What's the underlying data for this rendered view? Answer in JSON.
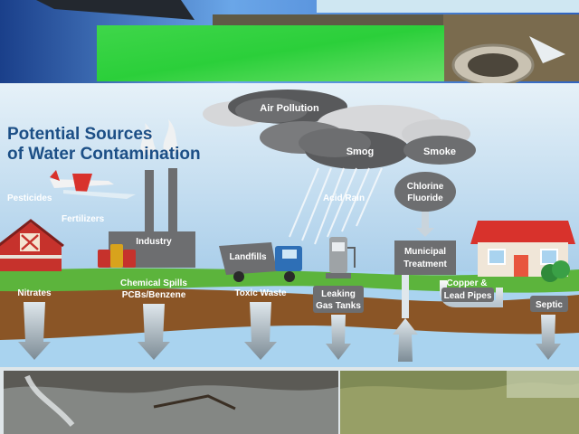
{
  "title": {
    "line1": "Potential Sources",
    "line2": "of Water Contamination"
  },
  "labels": {
    "air_pollution": "Air Pollution",
    "smog": "Smog",
    "smoke": "Smoke",
    "acid_rain": "Acid Rain",
    "chlorine": "Chlorine",
    "fluoride": "Fluoride",
    "pesticides": "Pesticides",
    "fertilizers": "Fertilizers",
    "industry": "Industry",
    "landfills": "Landfills",
    "municipal_line1": "Municipal",
    "municipal_line2": "Treatment",
    "nitrates": "Nitrates",
    "chemical_spills_line1": "Chemical Spills",
    "chemical_spills_line2": "PCBs/Benzene",
    "toxic_waste": "Toxic Waste",
    "leaking_line1": "Leaking",
    "leaking_line2": "Gas Tanks",
    "copper_line1": "Copper &",
    "copper_line2": "Lead Pipes",
    "septic": "Septic"
  },
  "colors": {
    "sky_top": "#cfe4f2",
    "sky_bottom": "#7fb2dc",
    "grass": "#5cb43c",
    "soil": "#8a5526",
    "groundwater": "#a9d3ef",
    "title": "#1c4f86",
    "barn": "#c6322c",
    "house": "#e8553e",
    "truck": "#2e6fb6",
    "cloud": "#6d6e70"
  }
}
